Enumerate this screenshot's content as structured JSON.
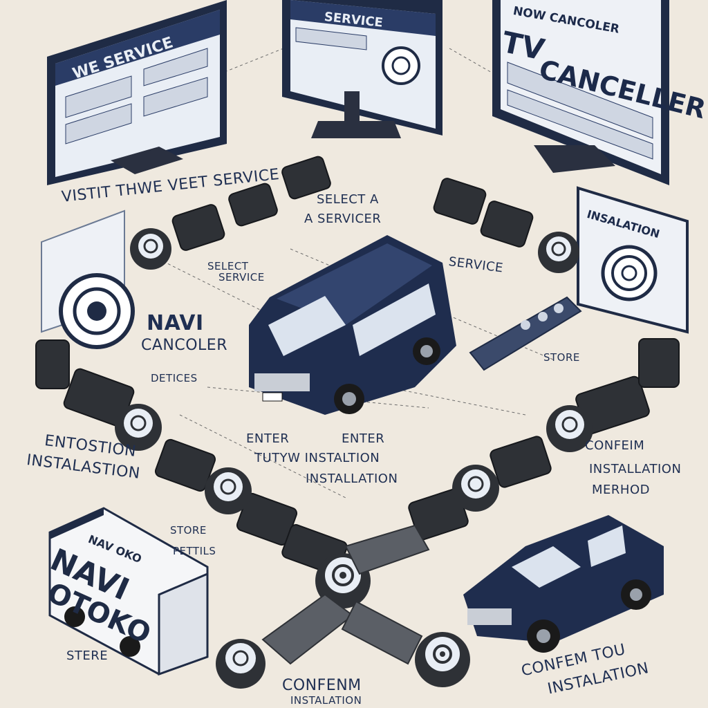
{
  "monitors": {
    "left_title": "WE SERVICE",
    "center_title": "SERVICE",
    "right_top": "NOW CANCOLER",
    "right_main_1": "TV",
    "right_main_2": "CANCELLER",
    "installation_panel": "INSALATION"
  },
  "steps": {
    "visit": "VISTIT THWE VEET SERVICE",
    "select_a": "SELECT A",
    "servicer": "A SERVICER",
    "select_service_1": "SELECT",
    "select_service_2": "SERVICE",
    "service_right": "SERVICE",
    "store_right": "STORE",
    "navi_1": "NAVI",
    "navi_2": "CANCOLER",
    "deticess": "DETICES",
    "entostion_1": "ENTOSTION",
    "entostion_2": "INSTALASTION",
    "enter_1": "ENTER",
    "enter_2": "ENTER",
    "tutyw": "TUTYW INSTALTION",
    "installation": "INSTALLATION",
    "confeim_1": "CONFEIM",
    "confeim_2": "INSTALLATION",
    "confeim_3": "MERHOD",
    "store_details_1": "STORE",
    "store_details_2": "PETTILS",
    "store_bottom": "STERE",
    "confenm_1": "CONFENM",
    "confenm_2": "INSTALATION",
    "confeim_tou_1": "CONFEM TOU",
    "confeim_tou_2": "INSTALATION"
  },
  "truck": {
    "small": "NAV OKO",
    "big_1": "NAVI",
    "big_2": "OTOKO"
  },
  "colors": {
    "background": "#efe9df",
    "navy": "#1f2f52",
    "dark_device": "#2e3136"
  }
}
